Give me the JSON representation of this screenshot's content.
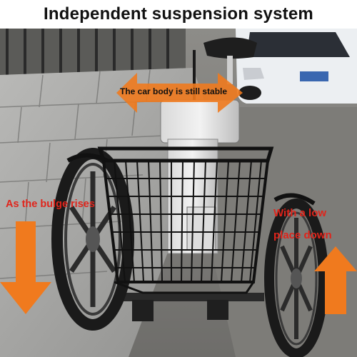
{
  "title": "Independent suspension system",
  "annotations": {
    "top_text": "The car body is still stable",
    "left_text": "As the bulge rises",
    "right_text_line1": "With a low",
    "right_text_line2": "place down"
  },
  "colors": {
    "arrow_orange": "#f07a1e",
    "label_red": "#e0241b",
    "title_black": "#111111"
  },
  "icons": {
    "top_arrow": "double-headed-horizontal-arrow",
    "left_arrow": "down-arrow",
    "right_arrow": "up-arrow"
  }
}
